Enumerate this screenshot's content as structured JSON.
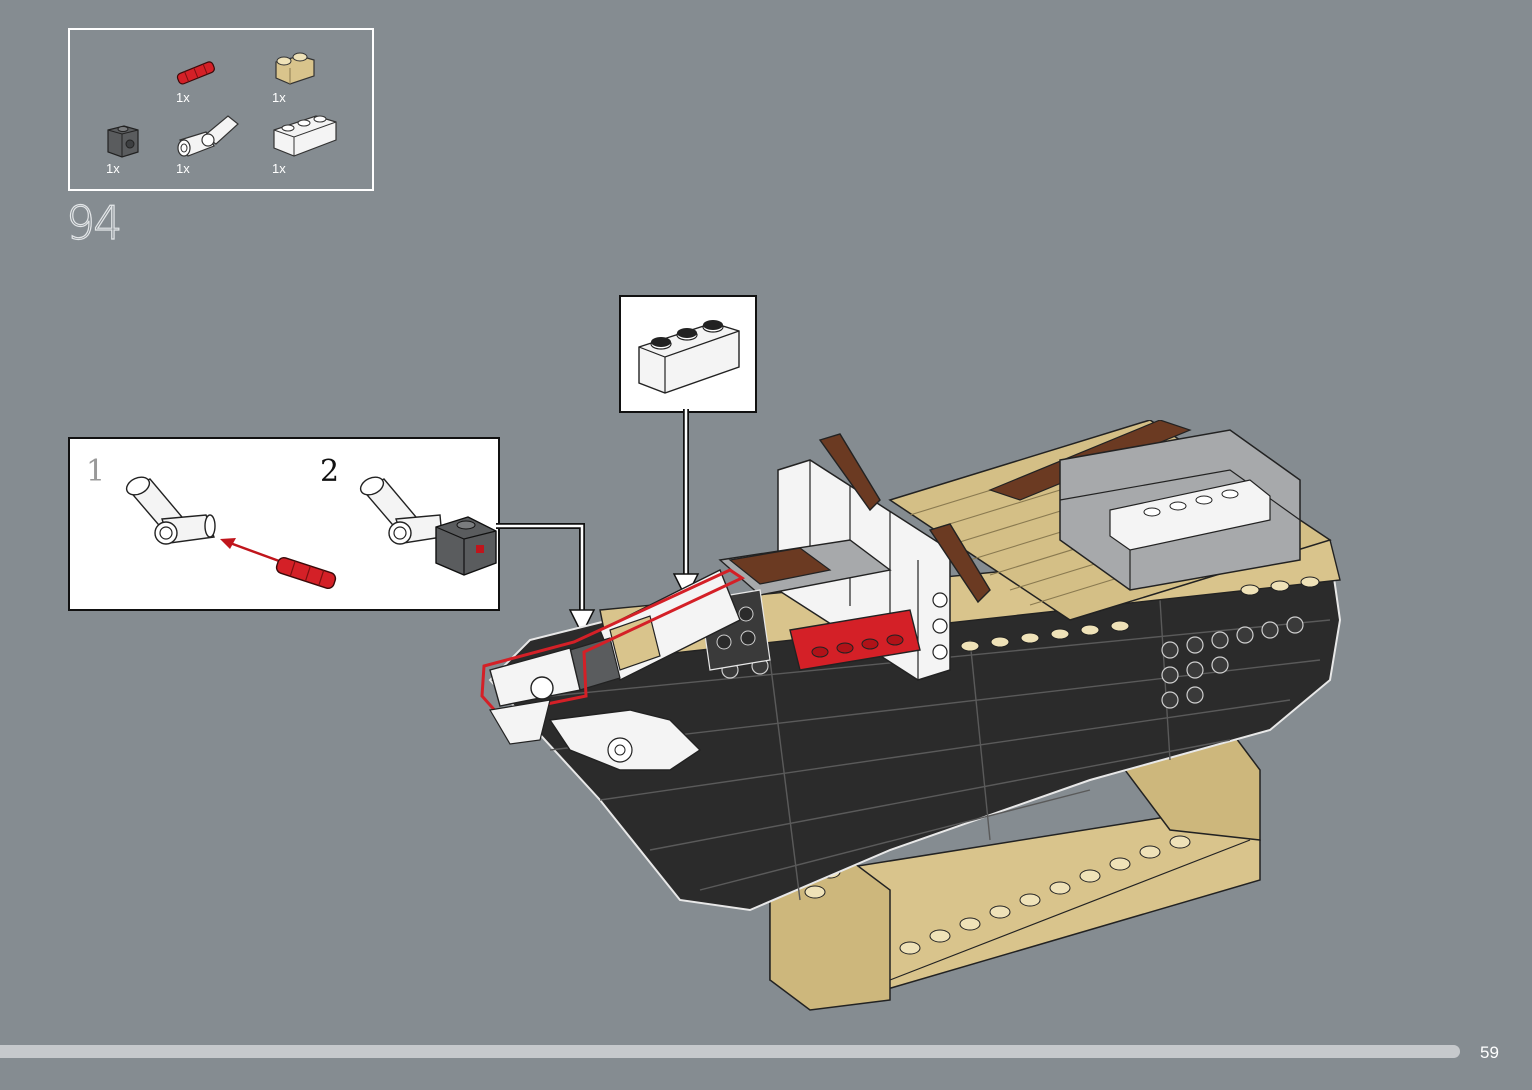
{
  "step": {
    "number": "94"
  },
  "parts": [
    {
      "name": "red-axle-pin-icon",
      "qty": "1x",
      "color": "#d42027"
    },
    {
      "name": "tan-log-brick-icon",
      "qty": "1x",
      "color": "#d9c48c"
    },
    {
      "name": "dark-gray-technic-brick-icon",
      "qty": "1x",
      "color": "#5a5c5e"
    },
    {
      "name": "white-angle-connector-icon",
      "qty": "1x",
      "color": "#f4f4f4"
    },
    {
      "name": "white-brick-1x3-icon",
      "qty": "1x",
      "color": "#f4f4f4"
    }
  ],
  "substeps": [
    {
      "label": "1"
    },
    {
      "label": "2"
    }
  ],
  "page": {
    "number": "59",
    "progress_fraction": 1.0
  },
  "colors": {
    "background": "#858c91",
    "hull_black": "#2b2b2b",
    "tan": "#d9c48c",
    "red": "#d42027",
    "brown": "#6b3a22",
    "light_gray": "#a7a9ab",
    "white": "#f4f4f4"
  }
}
